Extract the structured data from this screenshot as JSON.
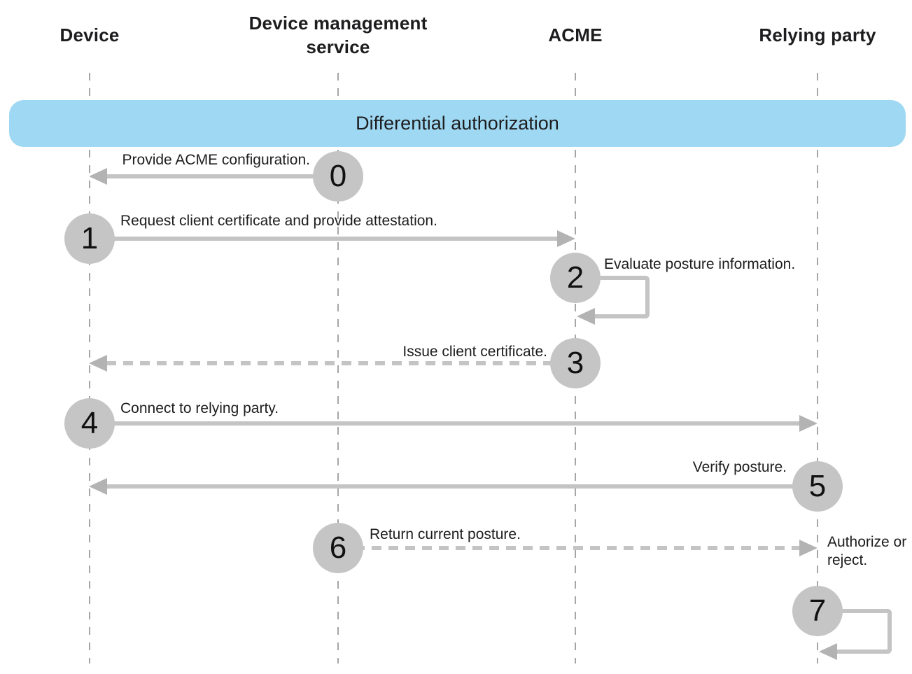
{
  "diagram": {
    "title": "Differential authorization",
    "actors": [
      {
        "name": "Device"
      },
      {
        "name": "Device management service"
      },
      {
        "name": "ACME"
      },
      {
        "name": "Relying party"
      }
    ],
    "steps": [
      {
        "num": "0",
        "label": "Provide ACME configuration.",
        "from": "Device management service",
        "to": "Device",
        "line_style": "solid",
        "direction": "left"
      },
      {
        "num": "1",
        "label": "Request client certificate and provide attestation.",
        "from": "Device",
        "to": "ACME",
        "line_style": "solid",
        "direction": "right"
      },
      {
        "num": "2",
        "label": "Evaluate posture information.",
        "from": "ACME",
        "to": "ACME",
        "line_style": "solid",
        "direction": "self"
      },
      {
        "num": "3",
        "label": "Issue client certificate.",
        "from": "ACME",
        "to": "Device",
        "line_style": "dashed",
        "direction": "left"
      },
      {
        "num": "4",
        "label": "Connect to relying party.",
        "from": "Device",
        "to": "Relying party",
        "line_style": "solid",
        "direction": "right"
      },
      {
        "num": "5",
        "label": "Verify posture.",
        "from": "Relying party",
        "to": "Device",
        "line_style": "solid",
        "direction": "left"
      },
      {
        "num": "6",
        "label": "Return current posture.",
        "from": "Device management service",
        "to": "Relying party",
        "line_style": "dashed",
        "direction": "right"
      },
      {
        "num": "7",
        "label": "Authorize or reject.",
        "from": "Relying party",
        "to": "Relying party",
        "line_style": "solid",
        "direction": "self"
      }
    ],
    "colors": {
      "banner_background": "#9fd8f2",
      "circle_fill": "#c5c5c5",
      "arrow_line": "#c4c4c4",
      "arrow_head": "#b3b3b3",
      "lifeline": "#a6a6a6",
      "text": "#1d1d1f",
      "background": "#ffffff"
    }
  }
}
